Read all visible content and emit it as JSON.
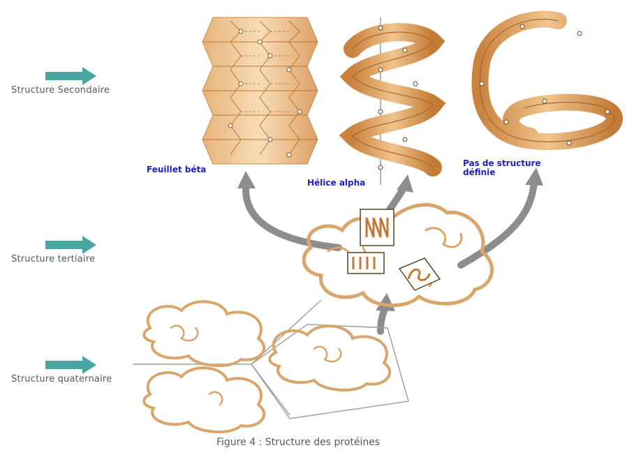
{
  "rows": {
    "secondary": "Structure Secondaire",
    "tertiary": "Structure tertiaire",
    "quaternary": "Structure quaternaire"
  },
  "labels": {
    "beta_sheet": "Feuillet béta",
    "alpha_helix": "Hélice alpha",
    "undefined_line1": "Pas de structure",
    "undefined_line2": "définie"
  },
  "caption": "Figure 4 : Structure des protéines",
  "colors": {
    "ribbon": "#e1a567",
    "ribbon_dark": "#b7702e",
    "arrow_teal": "#4aa6a0",
    "arrow_gray": "#8d8d8d",
    "label_blue": "#1f1fc0"
  }
}
